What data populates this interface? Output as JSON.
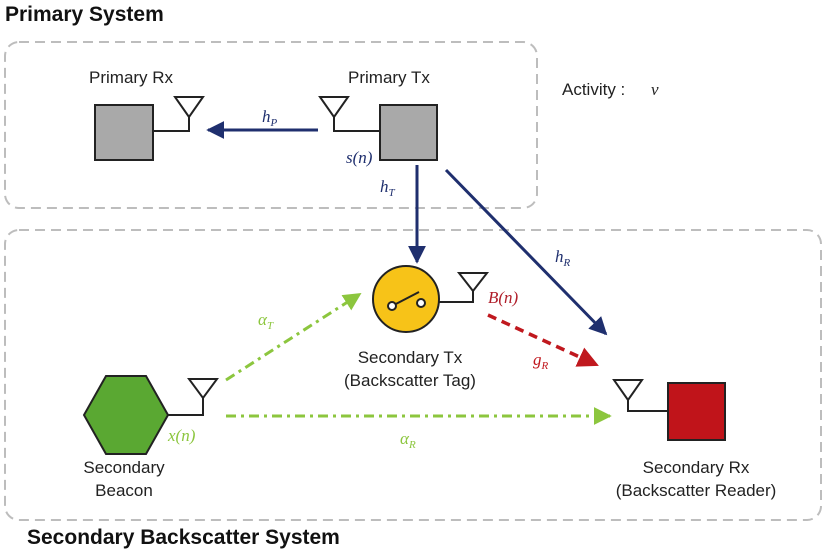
{
  "titles": {
    "primary_system": "Primary System",
    "secondary_system": "Secondary Backscatter System"
  },
  "activity": {
    "label": "Activity :",
    "symbol": "ν"
  },
  "nodes": {
    "primary_rx": {
      "label": "Primary Rx"
    },
    "primary_tx": {
      "label": "Primary Tx",
      "signal": "s(n)"
    },
    "secondary_tx": {
      "line1": "Secondary Tx",
      "line2": "(Backscatter Tag)",
      "signal": "B(n)"
    },
    "secondary_beacon": {
      "line1": "Secondary",
      "line2": "Beacon",
      "signal": "x(n)"
    },
    "secondary_rx": {
      "line1": "Secondary Rx",
      "line2": "(Backscatter Reader)"
    }
  },
  "channels": {
    "hP": {
      "base": "h",
      "sub": "P"
    },
    "hT": {
      "base": "h",
      "sub": "T"
    },
    "hR": {
      "base": "h",
      "sub": "R"
    },
    "gR": {
      "base": "g",
      "sub": "R"
    },
    "alphaT": {
      "base": "α",
      "sub": "T"
    },
    "alphaR": {
      "base": "α",
      "sub": "R"
    }
  },
  "colors": {
    "primary_link": "#1f2f6e",
    "backscatter_link": "#c0181e",
    "beacon_link": "#8cc63e",
    "primary_node_fill": "#a9a9a9",
    "tag_fill": "#f7c318",
    "beacon_fill": "#5aa832",
    "reader_fill": "#c0141a",
    "box_border": "#bdbdbd"
  }
}
